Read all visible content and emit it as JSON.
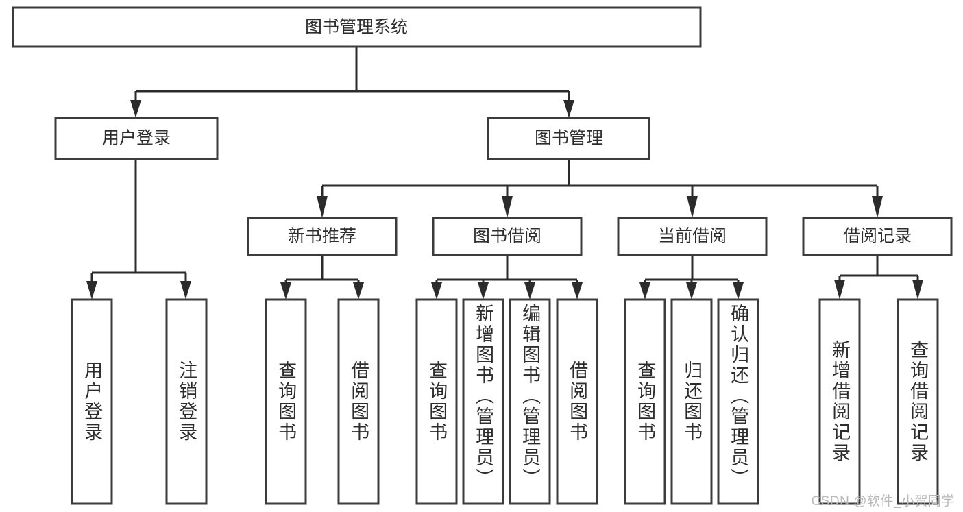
{
  "diagram": {
    "title": "图书管理系统",
    "type": "hierarchy-tree",
    "root": {
      "id": "root",
      "label": "图书管理系统",
      "shape": "rectangle"
    },
    "level1": [
      {
        "id": "user-login",
        "label": "用户登录",
        "shape": "rectangle"
      },
      {
        "id": "book-management",
        "label": "图书管理",
        "shape": "rectangle"
      }
    ],
    "level2": [
      {
        "id": "new-book-recommend",
        "label": "新书推荐",
        "parent": "book-management"
      },
      {
        "id": "book-borrow",
        "label": "图书借阅",
        "parent": "book-management"
      },
      {
        "id": "current-borrow",
        "label": "当前借阅",
        "parent": "book-management"
      },
      {
        "id": "borrow-record",
        "label": "借阅记录",
        "parent": "book-management"
      }
    ],
    "leaves": [
      {
        "id": "leaf-user-login",
        "label": "用户登录",
        "parent": "user-login"
      },
      {
        "id": "leaf-logout",
        "label": "注销登录",
        "parent": "user-login"
      },
      {
        "id": "leaf-query-book-1",
        "label": "查询图书",
        "parent": "new-book-recommend"
      },
      {
        "id": "leaf-borrow-book-1",
        "label": "借阅图书",
        "parent": "new-book-recommend"
      },
      {
        "id": "leaf-query-book-2",
        "label": "查询图书",
        "parent": "book-borrow"
      },
      {
        "id": "leaf-add-book",
        "label": "新增图书（管理员）",
        "parent": "book-borrow"
      },
      {
        "id": "leaf-edit-book",
        "label": "编辑图书（管理员）",
        "parent": "book-borrow"
      },
      {
        "id": "leaf-borrow-book-2",
        "label": "借阅图书",
        "parent": "book-borrow"
      },
      {
        "id": "leaf-query-book-3",
        "label": "查询图书",
        "parent": "current-borrow"
      },
      {
        "id": "leaf-return-book",
        "label": "归还图书",
        "parent": "current-borrow"
      },
      {
        "id": "leaf-confirm-return",
        "label": "确认归还（管理员）",
        "parent": "current-borrow"
      },
      {
        "id": "leaf-add-record",
        "label": "新增借阅记录",
        "parent": "borrow-record"
      },
      {
        "id": "leaf-query-record",
        "label": "查询借阅记录",
        "parent": "borrow-record"
      }
    ],
    "colors": {
      "node_border": "#3c3c3c",
      "connector": "#2b2b2b",
      "background": "#ffffff",
      "text": "#2d2d2d",
      "watermark": "#b9b9b9"
    }
  },
  "watermark": {
    "text": "CSDN @软件_小贺同学"
  }
}
